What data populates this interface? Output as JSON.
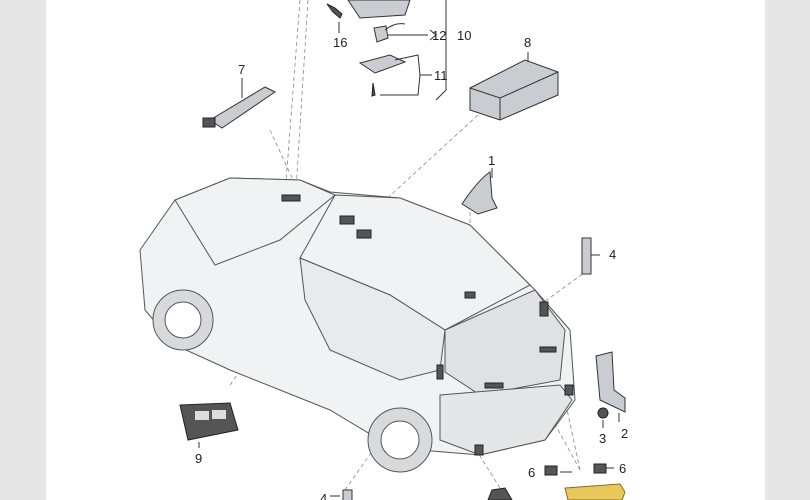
{
  "diagram": {
    "callouts": [
      "16",
      "12",
      "10",
      "11",
      "8",
      "7",
      "1",
      "4",
      "2",
      "3",
      "9",
      "6",
      "6",
      "4"
    ],
    "colors": {
      "background": "#e6e6e6",
      "sheet": "#ffffff",
      "part": "#c9cdd2",
      "highlight": "#e8c85a"
    }
  }
}
